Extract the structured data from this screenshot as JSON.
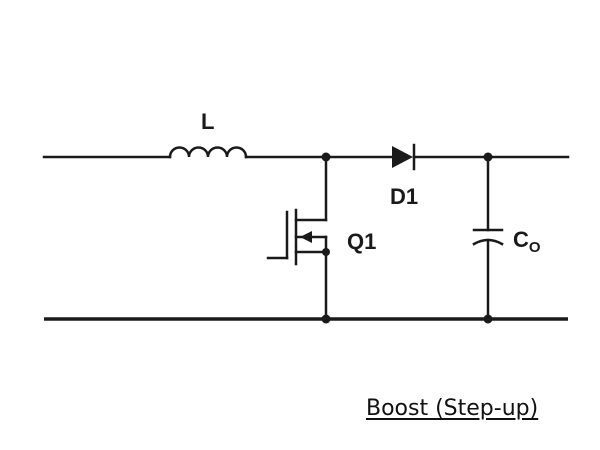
{
  "components": {
    "inductor_label": "L",
    "diode_label": "D1",
    "switch_label": "Q1",
    "capacitor_label": "C",
    "capacitor_subscript": "O"
  },
  "caption": "Boost (Step-up)",
  "colors": {
    "ink": "#1a1a1a",
    "background": "#ffffff"
  }
}
